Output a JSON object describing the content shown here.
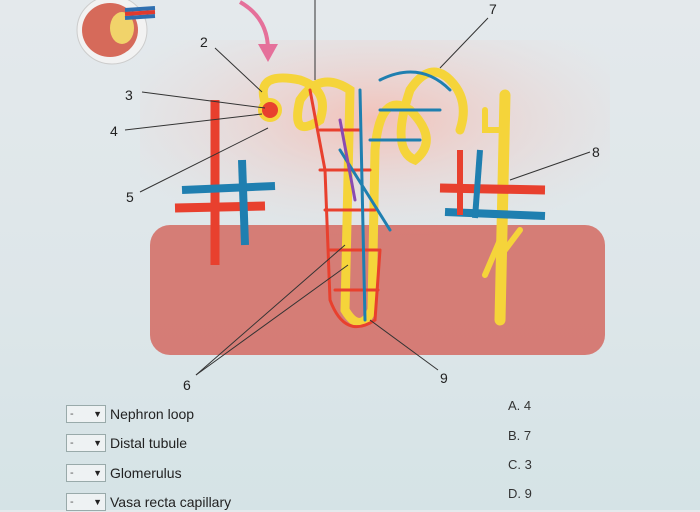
{
  "diagram": {
    "labels": [
      "2",
      "3",
      "4",
      "5",
      "6",
      "7",
      "8",
      "9"
    ]
  },
  "matching": {
    "items": [
      {
        "selected": "-",
        "term": "Nephron loop"
      },
      {
        "selected": "-",
        "term": "Distal tubule"
      },
      {
        "selected": "-",
        "term": "Glomerulus"
      },
      {
        "selected": "-",
        "term": "Vasa recta capillary"
      }
    ],
    "options": [
      "A. 4",
      "B. 7",
      "C. 3",
      "D. 9"
    ]
  },
  "colors": {
    "tubule": "#f5d43a",
    "artery": "#e8402e",
    "vein": "#1f7fb0",
    "tissue": "#d9776f"
  }
}
